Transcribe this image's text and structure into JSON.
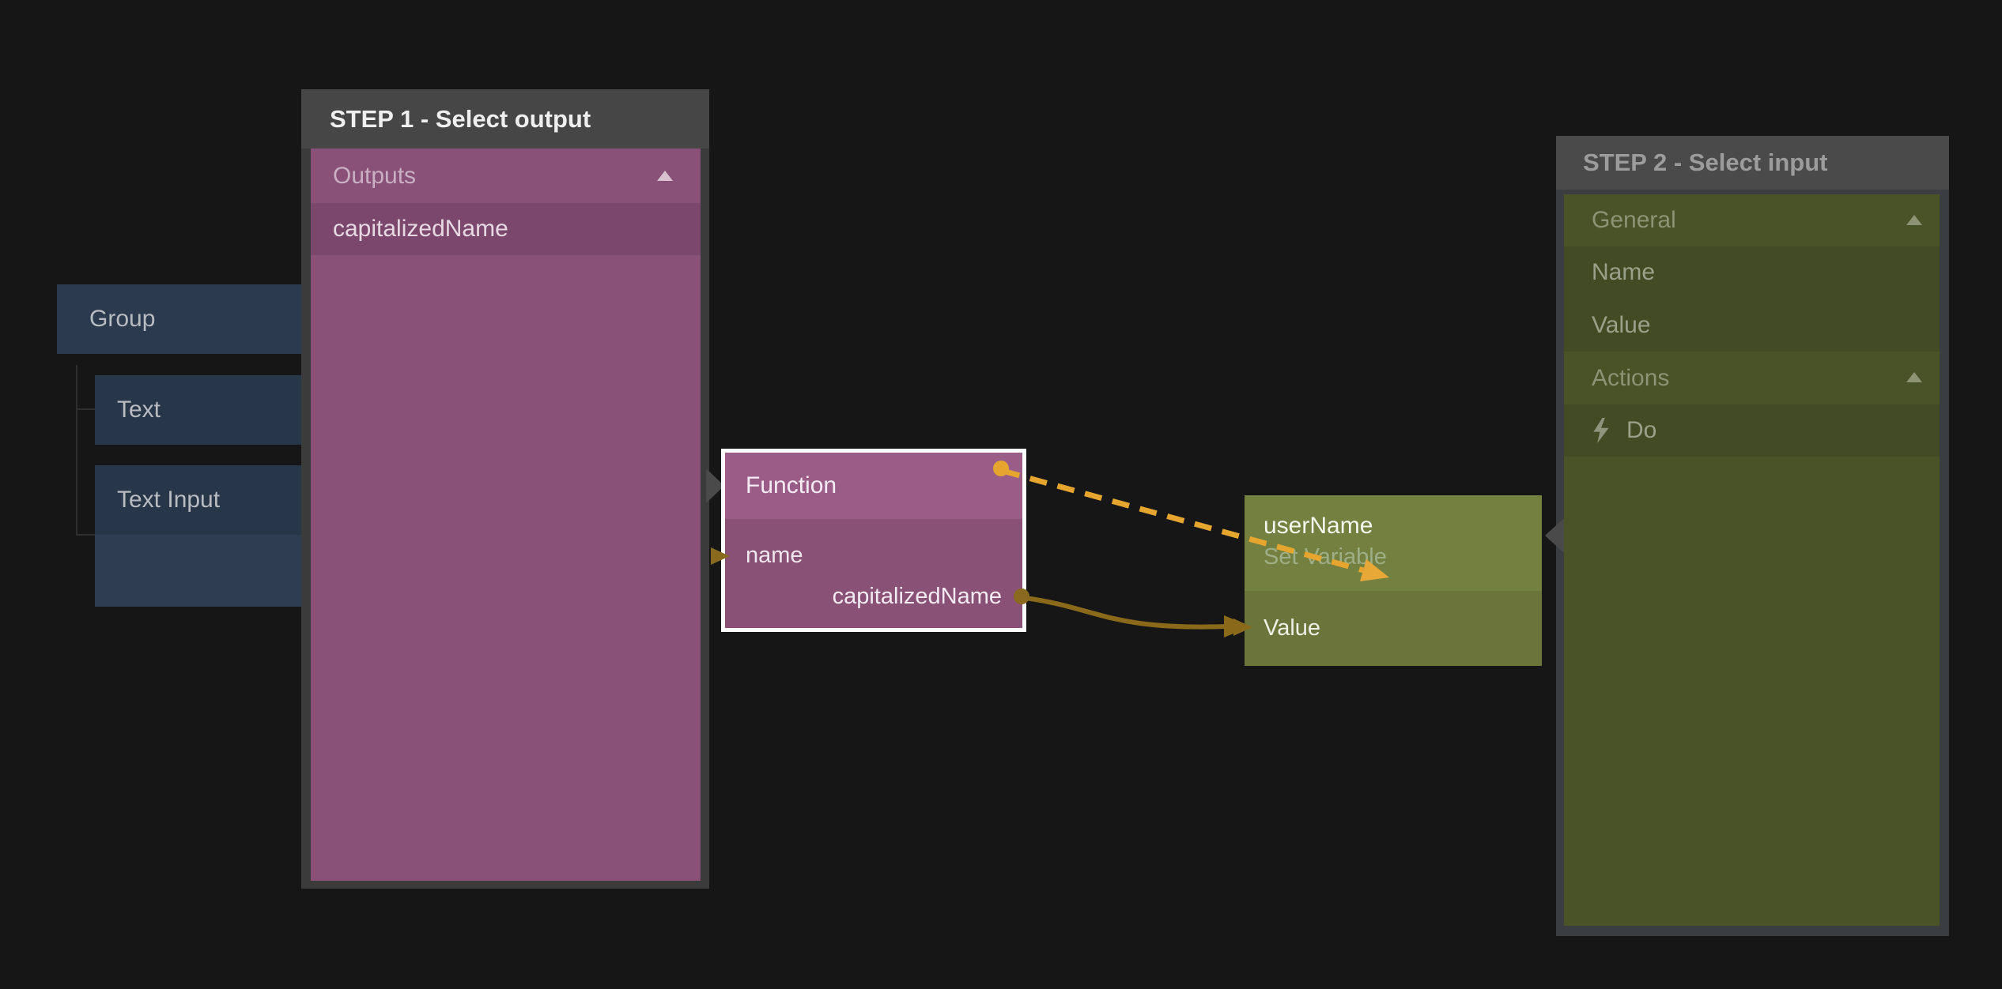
{
  "colors": {
    "background": "#161616",
    "accent_orange": "#e5a52f",
    "wire_gold": "#8a6a1a",
    "panel_frame": "#3b3b3b",
    "panel_header": "#464646",
    "pink_base": "#8a5178",
    "pink_item_selected": "#7c476d",
    "pink_function_header": "#9a5d88",
    "blue_node": "#28364a",
    "olive_header": "#73803f",
    "olive_body": "#6b753b",
    "olive_light": "#4a5228",
    "olive_dark": "#434b24"
  },
  "tree": {
    "group_label": "Group",
    "text_label": "Text",
    "text_input_label": "Text Input"
  },
  "step1_panel": {
    "title": "STEP 1 - Select output",
    "section_label": "Outputs",
    "section_icon": "collapse-up-icon",
    "item_label": "capitalizedName"
  },
  "function_node": {
    "title": "Function",
    "input_label": "name",
    "output_label": "capitalizedName"
  },
  "variable_node": {
    "title": "userName",
    "subtitle": "Set Variable",
    "input_label": "Value"
  },
  "step2_panel": {
    "title": "STEP 2 - Select input",
    "rows": [
      {
        "label": "General",
        "type": "section",
        "icon": "collapse-up-icon"
      },
      {
        "label": "Name",
        "type": "item"
      },
      {
        "label": "Value",
        "type": "item"
      },
      {
        "label": "Actions",
        "type": "section",
        "icon": "collapse-up-icon"
      },
      {
        "label": "Do",
        "type": "item",
        "icon": "lightning-icon"
      }
    ]
  }
}
